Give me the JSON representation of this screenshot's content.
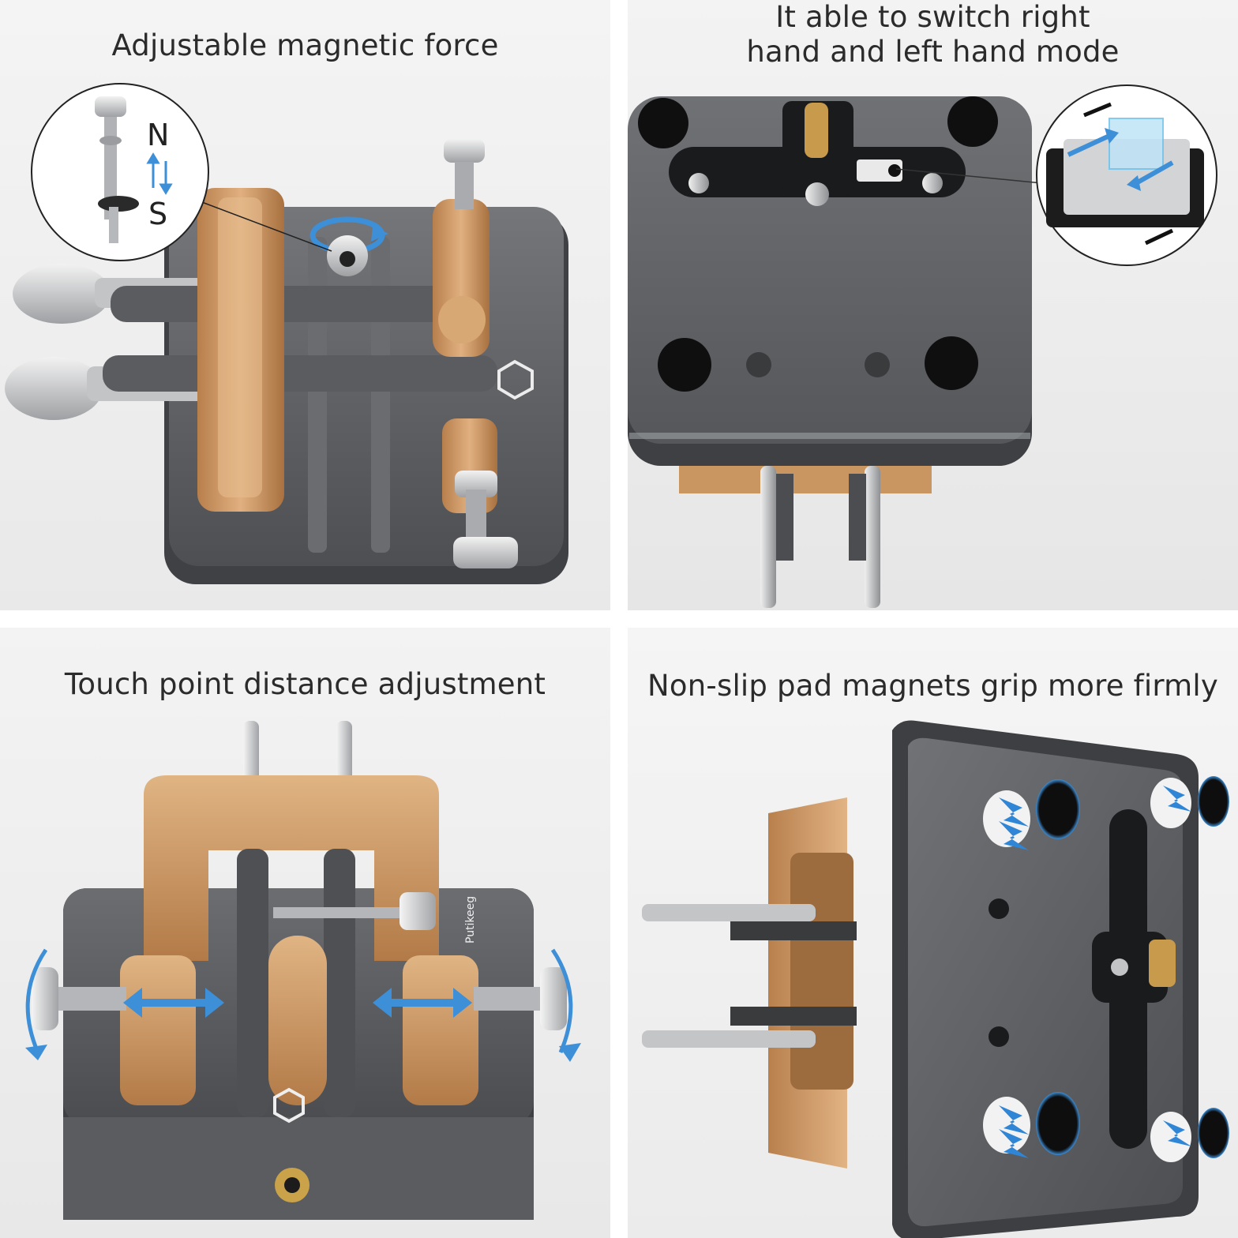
{
  "panels": [
    {
      "caption": "Adjustable magnetic force",
      "labels": {
        "north": "N",
        "south": "S"
      }
    },
    {
      "caption_lines": [
        "It able to switch right",
        "hand and left hand mode"
      ]
    },
    {
      "caption": "Touch point distance adjustment",
      "brand": "Putikeeg"
    },
    {
      "caption": "Non-slip pad magnets grip more firmly"
    }
  ],
  "colors": {
    "base_metal": "#5f6165",
    "bronze": "#c99662",
    "silver": "#d9dadc",
    "arrow_blue": "#3d8fd8",
    "text": "#2b2b2b"
  }
}
